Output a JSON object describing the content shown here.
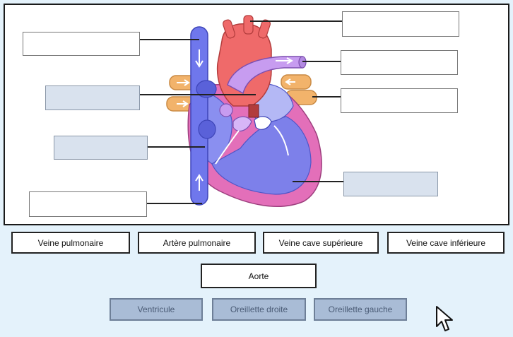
{
  "diagram": {
    "drop_slots": [
      {
        "id": "slot-top-left",
        "filled": false
      },
      {
        "id": "slot-mid-left-1",
        "filled": true
      },
      {
        "id": "slot-mid-left-2",
        "filled": true
      },
      {
        "id": "slot-bottom-left",
        "filled": false
      },
      {
        "id": "slot-top-right",
        "filled": false
      },
      {
        "id": "slot-mid-right-1",
        "filled": false
      },
      {
        "id": "slot-mid-right-2",
        "filled": false
      },
      {
        "id": "slot-bottom-right",
        "filled": true
      }
    ]
  },
  "word_bank": {
    "available": [
      "Veine pulmonaire",
      "Artère pulmonaire",
      "Veine cave supérieure",
      "Veine cave inférieure",
      "Aorte"
    ],
    "used": [
      "Ventricule",
      "Oreillette droite",
      "Oreillette gauche"
    ]
  },
  "colors": {
    "vena_cava": "#6f77ec",
    "aorta": "#ef6a6a",
    "pulmonary_artery": "#c79cf0",
    "pulmonary_veins": "#f2b36b",
    "heart_wall": "#e36fb9",
    "chamber": "#8a8ff0",
    "used_chip": "#a9bcd6"
  },
  "icons": {
    "cursor": "mouse-pointer-icon"
  }
}
